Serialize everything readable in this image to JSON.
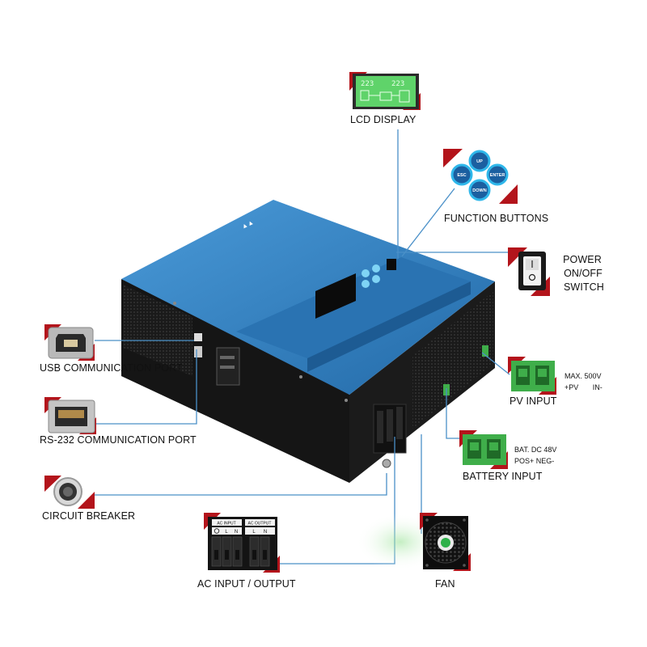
{
  "callouts": {
    "lcd_display": "LCD DISPLAY",
    "function_buttons": "FUNCTION BUTTONS",
    "power_switch": [
      "POWER",
      "ON/OFF",
      "SWITCH"
    ],
    "pv_input": "PV INPUT",
    "pv_spec": {
      "line1": "MAX. 500V",
      "line2": "+PV       IN-"
    },
    "battery_input": "BATTERY INPUT",
    "battery_spec": {
      "line1": "BAT. DC 48V",
      "line2": "POS+  NEG-"
    },
    "usb_port": "USB COMMUNICATION PORT",
    "rs232_port": "RS-232 COMMUNICATION PORT",
    "circuit_breaker": "CIRCUIT BREAKER",
    "ac_io": "AC INPUT / OUTPUT",
    "fan": "FAN"
  },
  "buttons": {
    "up": "UP",
    "esc": "ESC",
    "enter": "ENTER",
    "down": "DOWN"
  },
  "lcd_readout": {
    "left": "223",
    "right": "223"
  },
  "terminal_labels": {
    "ac_input": "AC INPUT",
    "ac_output": "AC OUTPUT",
    "l": "L",
    "n": "N"
  },
  "colors": {
    "accent_red": "#b3141b",
    "housing_blue": "#2f7fc1",
    "connector_green": "#3fae4a",
    "leader_line": "#4a90c8"
  }
}
